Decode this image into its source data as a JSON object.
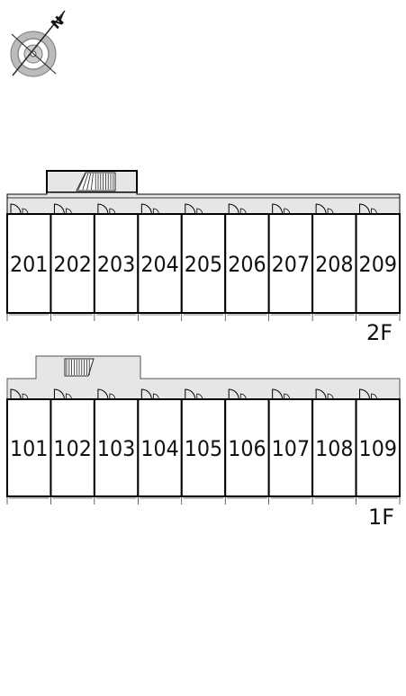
{
  "compass": {
    "north_label": "N",
    "icon": "compass-rose-icon"
  },
  "floors": [
    {
      "label": "2F",
      "units": [
        "201",
        "202",
        "203",
        "204",
        "205",
        "206",
        "207",
        "208",
        "209"
      ]
    },
    {
      "label": "1F",
      "units": [
        "101",
        "102",
        "103",
        "104",
        "105",
        "106",
        "107",
        "108",
        "109"
      ]
    }
  ],
  "colors": {
    "corridor": "#e6e6e6",
    "wall": "#000000",
    "compass_gray": "#9a9a9a"
  }
}
